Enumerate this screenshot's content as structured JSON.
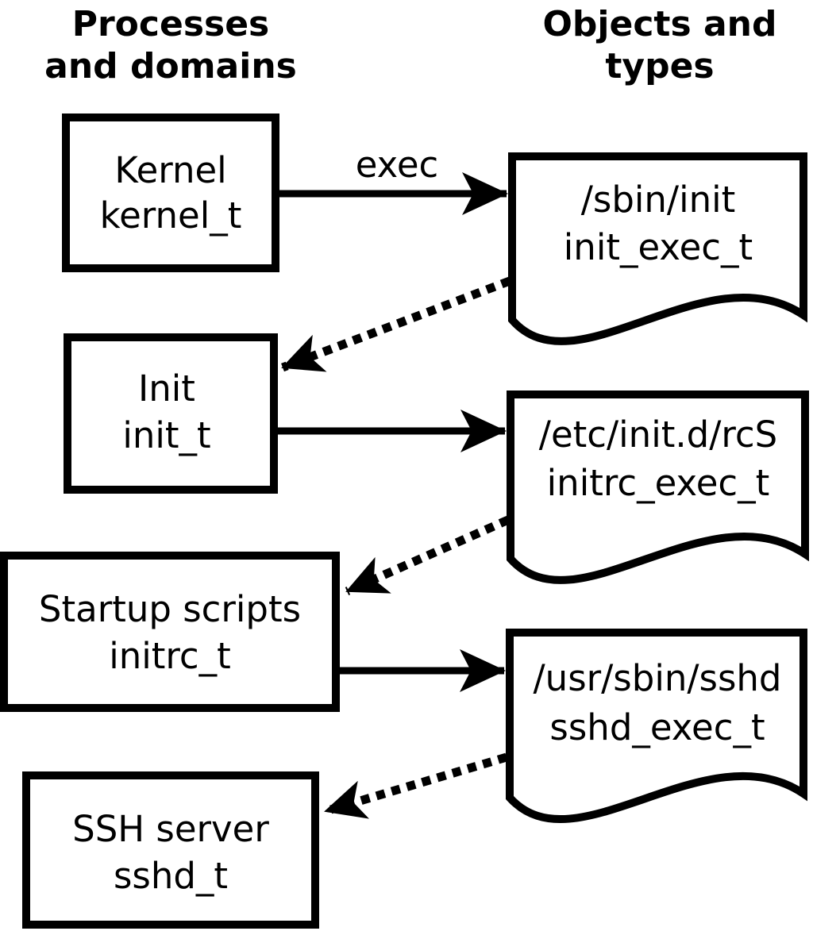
{
  "headers": {
    "processes": {
      "line1": "Processes",
      "line2": "and domains"
    },
    "objects": {
      "line1": "Objects and",
      "line2": "types"
    }
  },
  "edge_labels": {
    "exec": "exec"
  },
  "process_nodes": [
    {
      "name": "Kernel",
      "domain": "kernel_t"
    },
    {
      "name": "Init",
      "domain": "init_t"
    },
    {
      "name": "Startup scripts",
      "domain": "initrc_t"
    },
    {
      "name": "SSH server",
      "domain": "sshd_t"
    }
  ],
  "object_nodes": [
    {
      "path": "/sbin/init",
      "type": "init_exec_t"
    },
    {
      "path": "/etc/init.d/rcS",
      "type": "initrc_exec_t"
    },
    {
      "path": "/usr/sbin/sshd",
      "type": "sshd_exec_t"
    }
  ],
  "colors": {
    "ink": "#000000",
    "background": "#ffffff"
  }
}
